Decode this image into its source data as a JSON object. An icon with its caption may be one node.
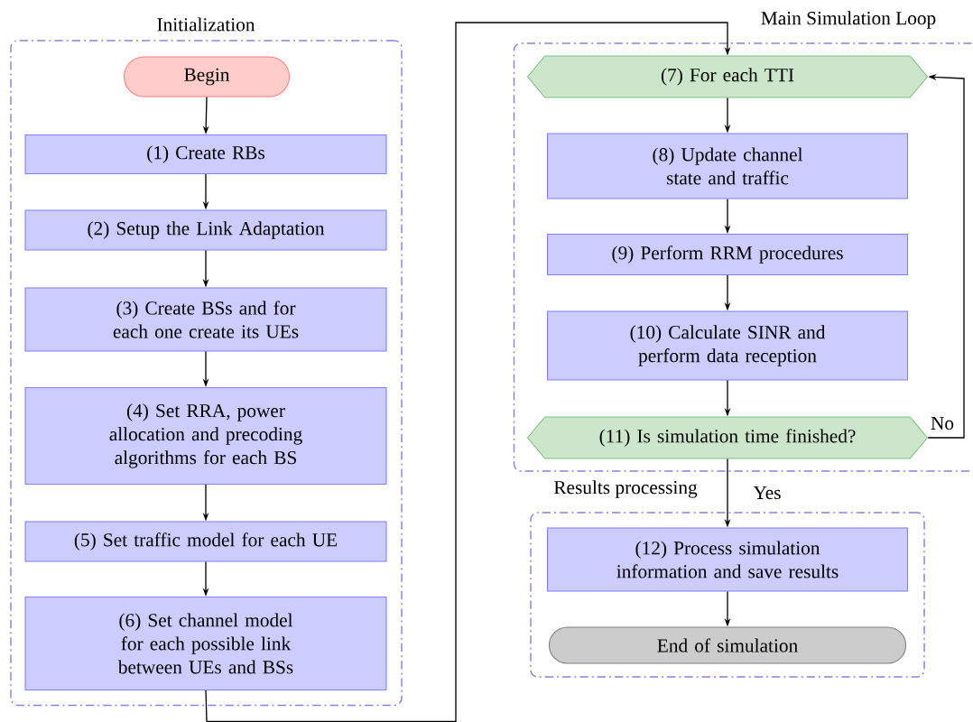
{
  "diagram": {
    "nodes": [
      {
        "text": [
          "Initialization"
        ]
      },
      {
        "text": [
          "Begin"
        ],
        "in": 0
      },
      {
        "text": [
          "(1) Create RBs"
        ],
        "in": 0
      },
      {
        "text": [
          "(2) Setup the Link Adaptation"
        ],
        "in": 0
      },
      {
        "text": [
          "(3) Create BSs and for each one create its UEs"
        ],
        "in": 0
      },
      {
        "text": [
          "(4) Set RRA, power allocation and precoding algorithms for each BS"
        ],
        "in": 0
      },
      {
        "text": [
          "(5) Set traffic model for each UE"
        ],
        "in": 0
      },
      {
        "text": [
          "(6) Set channel model for each possible link between UEs and BSs"
        ],
        "in": 0
      },
      {
        "text": [
          "Main Simulation Loop"
        ]
      },
      {
        "text": [
          "(7) For each TTI"
        ],
        "in": 8
      },
      {
        "text": [
          "(8) Update channel state and traffic"
        ],
        "in": 8
      },
      {
        "text": [
          "(9) Perform RRM procedures"
        ],
        "in": 8
      },
      {
        "text": [
          "(10) Calculate SINR and perform data reception"
        ],
        "in": 8
      },
      {
        "text": [
          "(11) Is simulation time finished?"
        ],
        "in": 8
      },
      {
        "text": [
          "Results processing"
        ]
      },
      {
        "text": [
          "(12) Process simulation information and save results"
        ],
        "in": 14
      },
      {
        "text": [
          "End of simulation"
        ],
        "in": 14
      }
    ],
    "edges": [
      {
        "from": 1,
        "to": 2,
        "arrow": "to"
      },
      {
        "from": 2,
        "to": 3,
        "arrow": "to"
      },
      {
        "from": 3,
        "to": 4,
        "arrow": "to"
      },
      {
        "from": 4,
        "to": 5,
        "arrow": "to"
      },
      {
        "from": 5,
        "to": 6,
        "arrow": "to"
      },
      {
        "from": 6,
        "to": 7,
        "arrow": "to"
      },
      {
        "from": 7,
        "to": 9,
        "arrow": "to"
      },
      {
        "from": 9,
        "to": 10,
        "arrow": "to"
      },
      {
        "from": 10,
        "to": 11,
        "arrow": "to"
      },
      {
        "from": 11,
        "to": 12,
        "arrow": "to"
      },
      {
        "from": 12,
        "to": 13,
        "arrow": "to"
      },
      {
        "from": 13,
        "to": 9,
        "arrow": "to",
        "label": "No"
      },
      {
        "from": 13,
        "to": 15,
        "arrow": "to",
        "label": "Yes"
      },
      {
        "from": 15,
        "to": 16,
        "arrow": "to"
      }
    ]
  }
}
